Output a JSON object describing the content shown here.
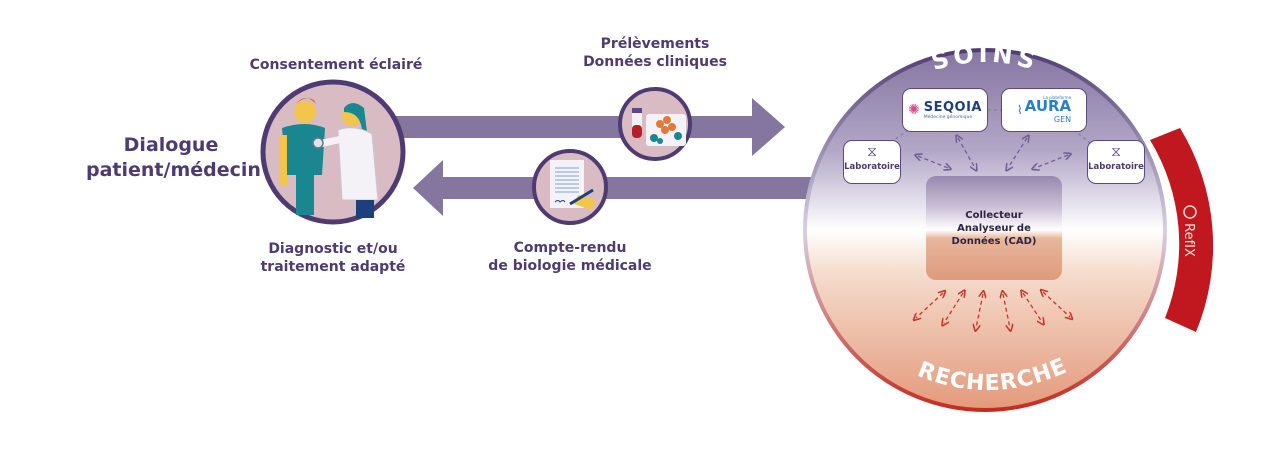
{
  "left": {
    "title_line1": "Dialogue",
    "title_line2": "patient/médecin",
    "consent_label": "Consentement éclairé",
    "diagnostic_line1": "Diagnostic et/ou",
    "diagnostic_line2": "traitement adapté"
  },
  "arrows": {
    "forward_label_line1": "Prélèvements",
    "forward_label_line2": "Données cliniques",
    "backward_label_line1": "Compte-rendu",
    "backward_label_line2": "de biologie médicale"
  },
  "circle": {
    "top_label": "SOINS",
    "bottom_label": "RECHERCHE",
    "lab_left": "Laboratoire",
    "lab_right": "Laboratoire",
    "logo_seqoia": "SEQOIA",
    "logo_seqoia_sub": "Médecine génomique",
    "logo_aura_top": "La plateforme",
    "logo_aura": "AURA",
    "logo_aura_sub": "GEN",
    "cad_line1": "Collecteur",
    "cad_line2": "Analyseur de",
    "cad_line3": "Données (CAD)",
    "band_label": "RefIX"
  },
  "colors": {
    "arrow": "#85769f",
    "ring": "#4d3b72",
    "band": "#c0181e",
    "icon_bg": "#d9bcc3"
  }
}
